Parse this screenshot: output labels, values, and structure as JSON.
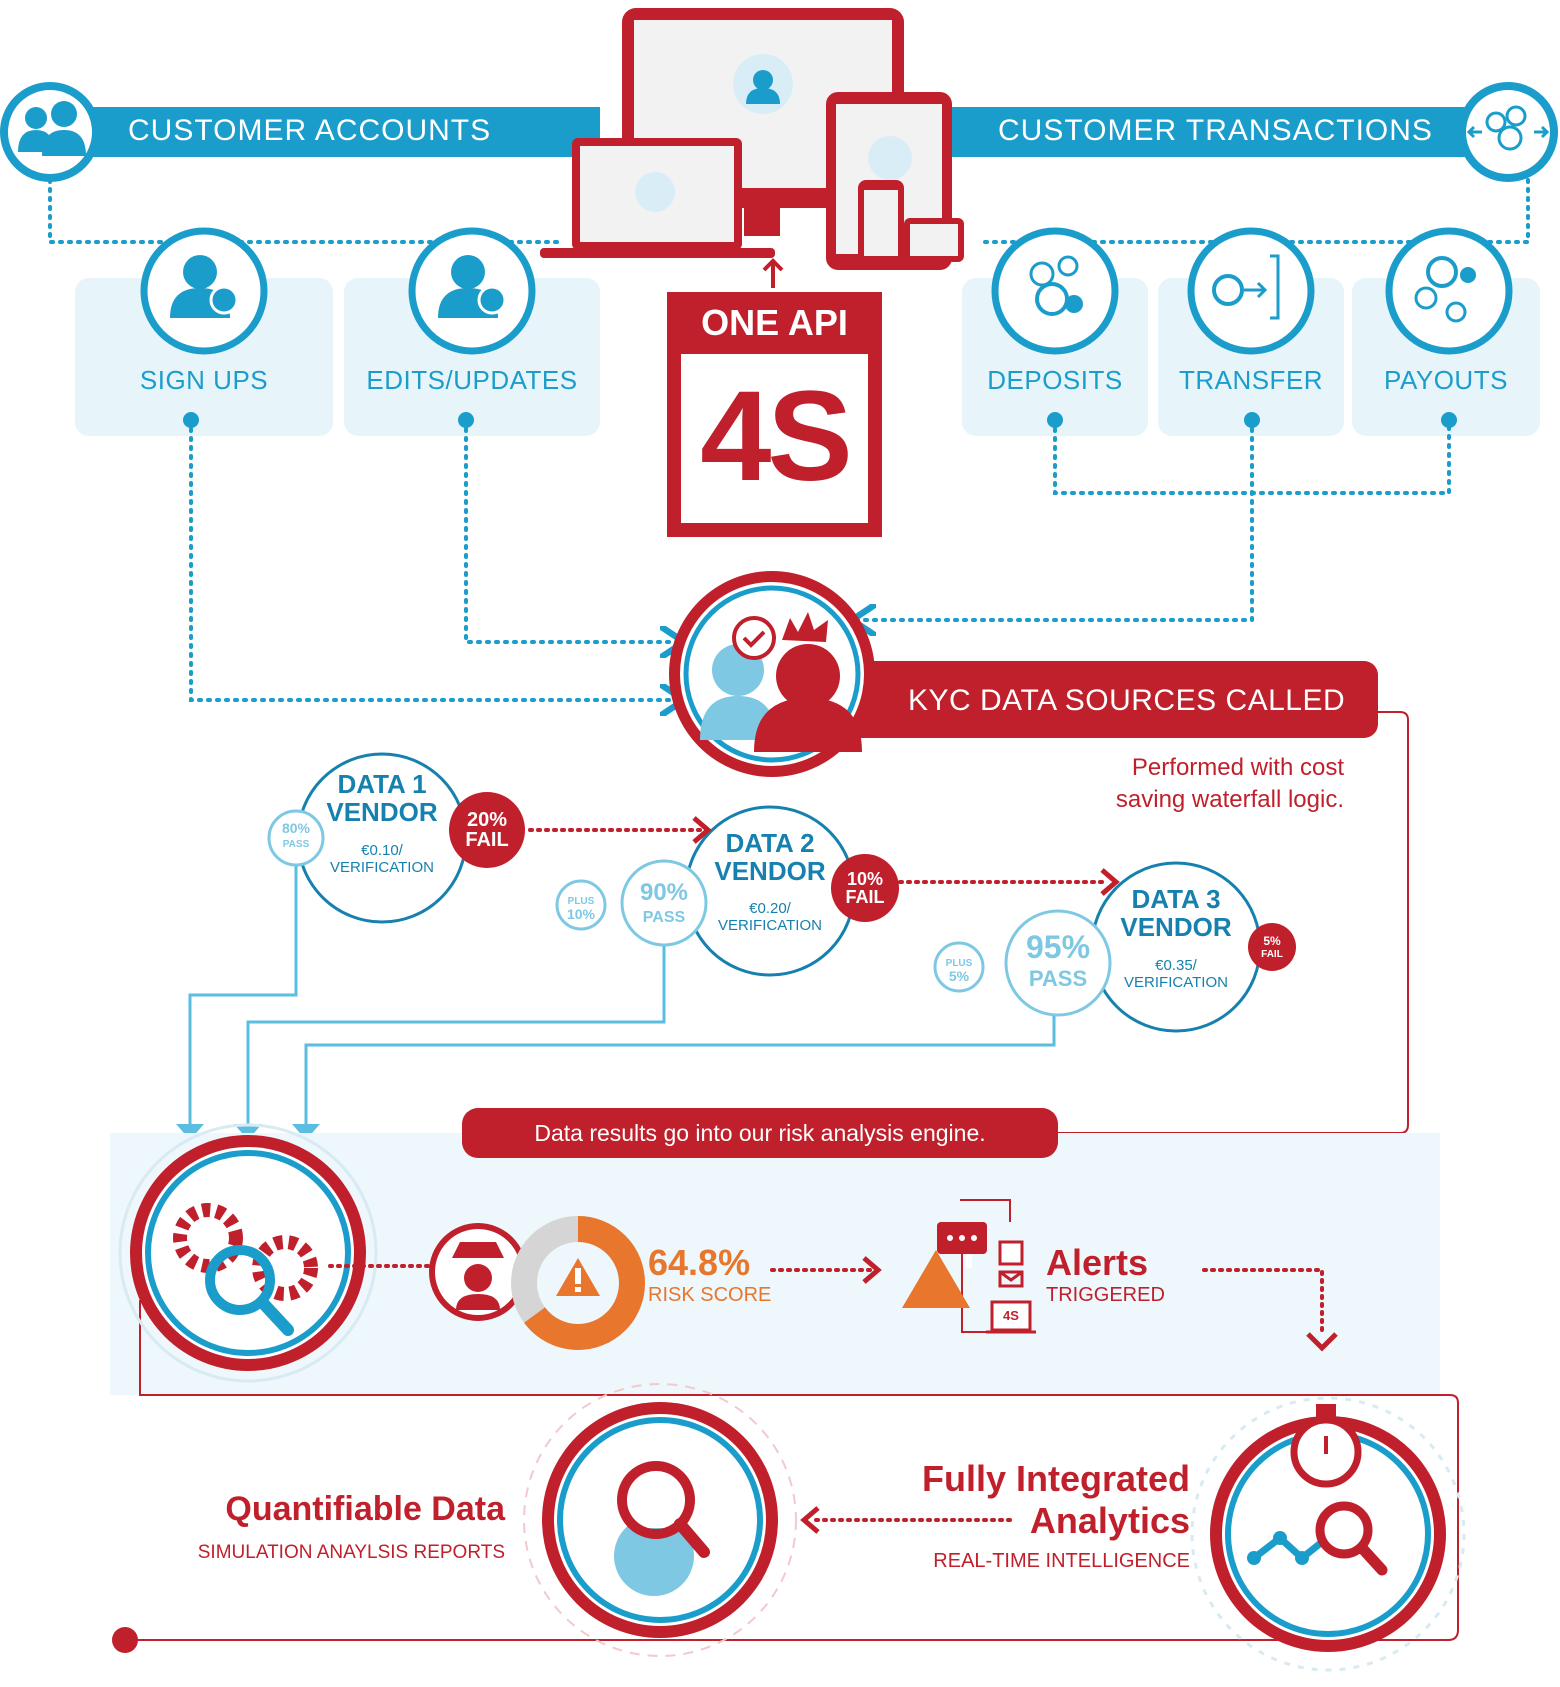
{
  "colors": {
    "blue": "#1b9dcb",
    "light_blue": "#e7f4fa",
    "red": "#c0202b",
    "orange": "#e8762d"
  },
  "top": {
    "left_bar": "CUSTOMER ACCOUNTS",
    "right_bar": "CUSTOMER TRANSACTIONS",
    "api_label": "ONE API",
    "api_logo": "4S"
  },
  "account_cards": [
    {
      "label": "SIGN UPS",
      "icon": "user-lock-icon"
    },
    {
      "label": "EDITS/UPDATES",
      "icon": "user-refresh-icon"
    }
  ],
  "transaction_cards": [
    {
      "label": "DEPOSITS",
      "icon": "euro-coins-plus-icon"
    },
    {
      "label": "TRANSFER",
      "icon": "euro-transfer-icon"
    },
    {
      "label": "PAYOUTS",
      "icon": "euro-coins-minus-icon"
    }
  ],
  "kyc": {
    "banner": "KYC DATA SOURCES CALLED",
    "note_line1": "Performed with cost",
    "note_line2": "saving waterfall logic."
  },
  "vendors": [
    {
      "title1": "DATA 1",
      "title2": "VENDOR",
      "cost1": "€0.10/",
      "cost2": "VERIFICATION",
      "fail_pct": "20%",
      "fail_word": "FAIL",
      "pass_pct": "80%",
      "pass_word": "PASS"
    },
    {
      "title1": "DATA 2",
      "title2": "VENDOR",
      "cost1": "€0.20/",
      "cost2": "VERIFICATION",
      "fail_pct": "10%",
      "fail_word": "FAIL",
      "pass_pct": "90%",
      "pass_word": "PASS",
      "plus_word": "PLUS",
      "plus_pct": "10%"
    },
    {
      "title1": "DATA 3",
      "title2": "VENDOR",
      "cost1": "€0.35/",
      "cost2": "VERIFICATION",
      "fail_pct": "5%",
      "fail_word": "FAIL",
      "pass_pct": "95%",
      "pass_word": "PASS",
      "plus_word": "PLUS",
      "plus_pct": "5%"
    }
  ],
  "engine": {
    "banner": "Data results go into our risk analysis engine.",
    "risk_value": "64.8%",
    "risk_label": "RISK SCORE",
    "risk_fraction": 0.648,
    "alerts_title": "Alerts",
    "alerts_sub": "TRIGGERED",
    "laptop_logo": "4S"
  },
  "analytics": {
    "title1": "Fully Integrated",
    "title2": "Analytics",
    "sub": "REAL-TIME INTELLIGENCE"
  },
  "quant": {
    "title": "Quantifiable Data",
    "sub": "SIMULATION ANAYLSIS REPORTS"
  }
}
